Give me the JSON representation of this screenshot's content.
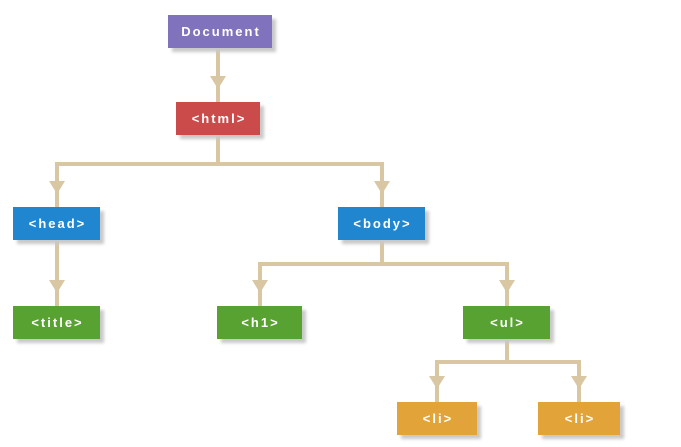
{
  "diagram": {
    "type": "tree",
    "nodes": [
      {
        "id": "document",
        "label": "Document",
        "color": "purple"
      },
      {
        "id": "html",
        "label": "<html>",
        "color": "red"
      },
      {
        "id": "head",
        "label": "<head>",
        "color": "blue"
      },
      {
        "id": "body",
        "label": "<body>",
        "color": "blue"
      },
      {
        "id": "title",
        "label": "<title>",
        "color": "green"
      },
      {
        "id": "h1",
        "label": "<h1>",
        "color": "green"
      },
      {
        "id": "ul",
        "label": "<ul>",
        "color": "green"
      },
      {
        "id": "li1",
        "label": "<li>",
        "color": "orange"
      },
      {
        "id": "li2",
        "label": "<li>",
        "color": "orange"
      }
    ],
    "edges": [
      {
        "from": "document",
        "to": [
          "html"
        ]
      },
      {
        "from": "html",
        "to": [
          "head",
          "body"
        ]
      },
      {
        "from": "head",
        "to": [
          "title"
        ]
      },
      {
        "from": "body",
        "to": [
          "h1",
          "ul"
        ]
      },
      {
        "from": "ul",
        "to": [
          "li1",
          "li2"
        ]
      }
    ],
    "palette": {
      "purple": "#8172bd",
      "red": "#cb4a4a",
      "blue": "#2086d0",
      "green": "#57a231",
      "orange": "#e2a338",
      "connector": "#d9c6a3",
      "shadow": "#c9c9c9",
      "text": "#ffffff",
      "background": "#ffffff"
    }
  }
}
